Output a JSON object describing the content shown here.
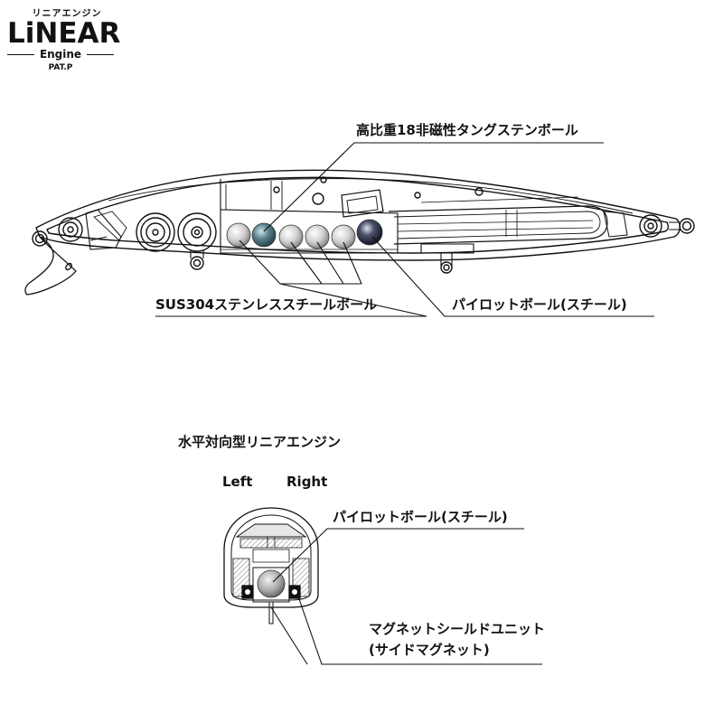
{
  "logo": {
    "kana": "リニアエンジン",
    "name": "LiNEAR",
    "sub": "Engine",
    "pat": "PAT.P"
  },
  "top_diagram": {
    "label_tungsten": "高比重18非磁性タングステンボール",
    "label_sus": "SUS304ステンレススチールボール",
    "label_pilot": "パイロットボール(スチール)"
  },
  "bottom_diagram": {
    "title": "水平対向型リニアエンジン",
    "left_label": "Left",
    "right_label": "Right",
    "label_pilot": "パイロットボール(スチール)",
    "label_magnet_line1": "マグネットシールドユニット",
    "label_magnet_line2": "(サイドマグネット)"
  },
  "colors": {
    "line": "#111111",
    "tungsten": "#2e4e58",
    "pilot": "#1a2030",
    "steel": "#888888"
  }
}
